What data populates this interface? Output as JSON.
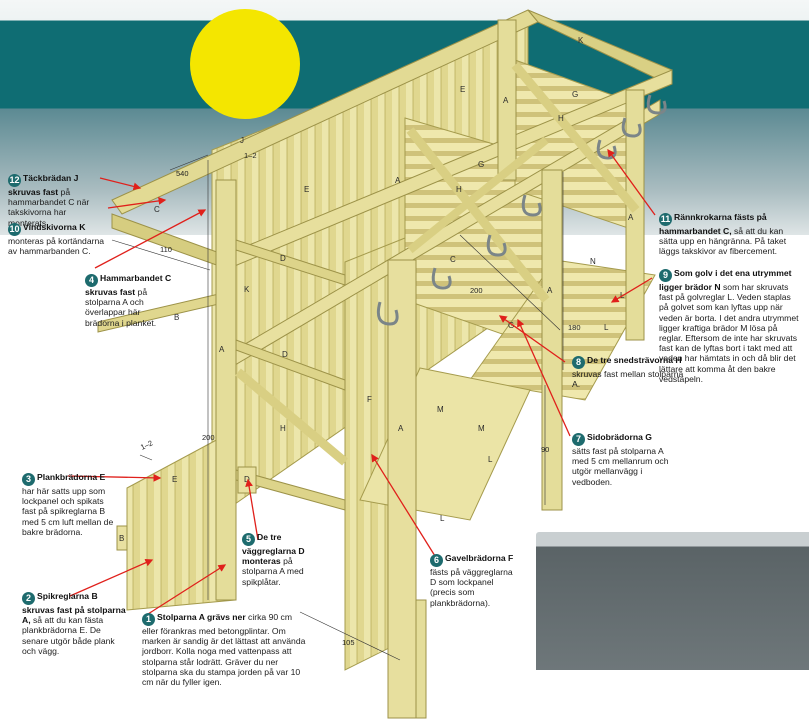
{
  "colors": {
    "band": "#0f6d73",
    "sun": "#f4e600",
    "wood_light": "#e9e3a4",
    "wood_mid": "#d8cf7f",
    "wood_dark": "#b9ae5c",
    "post": "#e4dd9a",
    "arrow": "#e0201b",
    "callout_number": "#1e6b6e",
    "gray_box": "#646d70"
  },
  "parts": {
    "A": "A",
    "B": "B",
    "C": "C",
    "D": "D",
    "E": "E",
    "F": "F",
    "G": "G",
    "H": "H",
    "J": "J",
    "K": "K",
    "L": "L",
    "M": "M",
    "N": "N"
  },
  "dimensions": {
    "d540": "540",
    "d110": "110",
    "d200": "200",
    "d180": "180",
    "d90": "90",
    "d105": "105",
    "d200b": "200",
    "d12": "1–2",
    "d12b": "1–2"
  },
  "callouts": {
    "c1": {
      "num": "1",
      "title": "Stolparna A grävs ner",
      "text": " cirka 90 cm eller förankras med betongplintar. Om marken är sandig är det lättast att använda jordborr. Kolla noga med vattenpass att stolparna står lodrätt. Gräver du ner stolparna ska du stampa jorden på var 10 cm när du fyller igen."
    },
    "c2": {
      "num": "2",
      "title": "Spikreglarna B skruvas fast på stolparna A,",
      "text": " så att du kan fästa plankbrädorna E. De senare utgör både plank och vägg."
    },
    "c3": {
      "num": "3",
      "title": "Plankbrädorna E",
      "text": " har här satts upp som lockpanel och spikats fast på spikreglarna B med 5 cm luft mellan de bakre brädorna."
    },
    "c4": {
      "num": "4",
      "title": "Hammarbandet C skruvas fast",
      "text": " på stolparna A och överlappar här brädorna i planket."
    },
    "c5": {
      "num": "5",
      "title": "De tre väggreglarna D monteras",
      "text": " på stolparna A med spikplåtar."
    },
    "c6": {
      "num": "6",
      "title": "Gavelbrädorna F",
      "text": " fästs på väggreglarna D som lockpanel (precis som plankbrädorna)."
    },
    "c7": {
      "num": "7",
      "title": "Sidobrädorna G",
      "text": " sätts fast på stolparna A med 5 cm mellanrum och utgör mellanvägg i vedboden."
    },
    "c8": {
      "num": "8",
      "title": "De tre snedsträvorna H",
      "text": " skruvas fast mellan stolparna A."
    },
    "c9": {
      "num": "9",
      "title": "Som golv i det ena utrymmet ligger brädor N",
      "text": " som har skruvats fast på golvreglar L. Veden staplas på golvet som kan lyftas upp när veden är borta. I det andra utrymmet ligger kraftiga brädor M lösa på reglar. Eftersom de inte har skruvats fast kan de lyftas bort i takt med att veden har hämtats in och då blir det lättare att komma åt den bakre vedstapeln."
    },
    "c10": {
      "num": "10",
      "title": "Vindskivorna K",
      "text": " monteras på kortändarna av hammarbanden C."
    },
    "c11": {
      "num": "11",
      "title": "Rännkrokarna fästs på hammarbandet C,",
      "text": " så att du kan sätta upp en hängränna. På taket läggs takskivor av fibercement."
    },
    "c12": {
      "num": "12",
      "title": "Täckbrädan J skruvas fast",
      "text": " på hammarbandet C när takskivorna har monterats."
    }
  }
}
